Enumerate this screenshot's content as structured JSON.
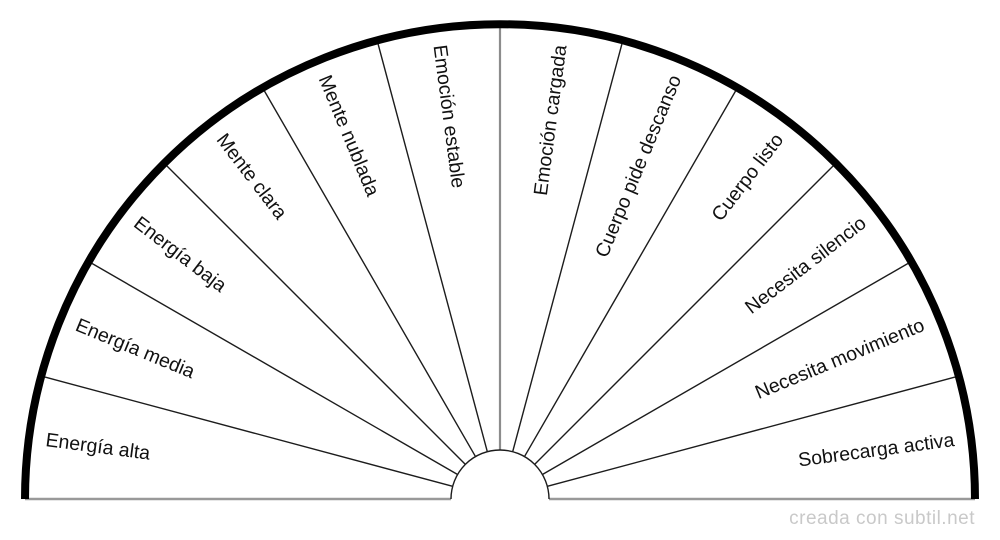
{
  "chart": {
    "type": "pendulum-semicircle-dial",
    "segments": [
      "Energía alta",
      "Energía media",
      "Energía baja",
      "Mente clara",
      "Mente nublada",
      "Emoción estable",
      "Emoción cargada",
      "Cuerpo pide descanso",
      "Cuerpo listo",
      "Necesita silencio",
      "Necesita movimiento",
      "Sobrecarga activa"
    ],
    "colors": {
      "outer_arc": "#000000",
      "divider": "#1c1c1c",
      "center_divider": "#8c8c8c",
      "baseline": "#999999",
      "label": "#111111",
      "watermark": "#c9c9c9"
    }
  },
  "footer": {
    "watermark": "creada con subtil.net"
  }
}
